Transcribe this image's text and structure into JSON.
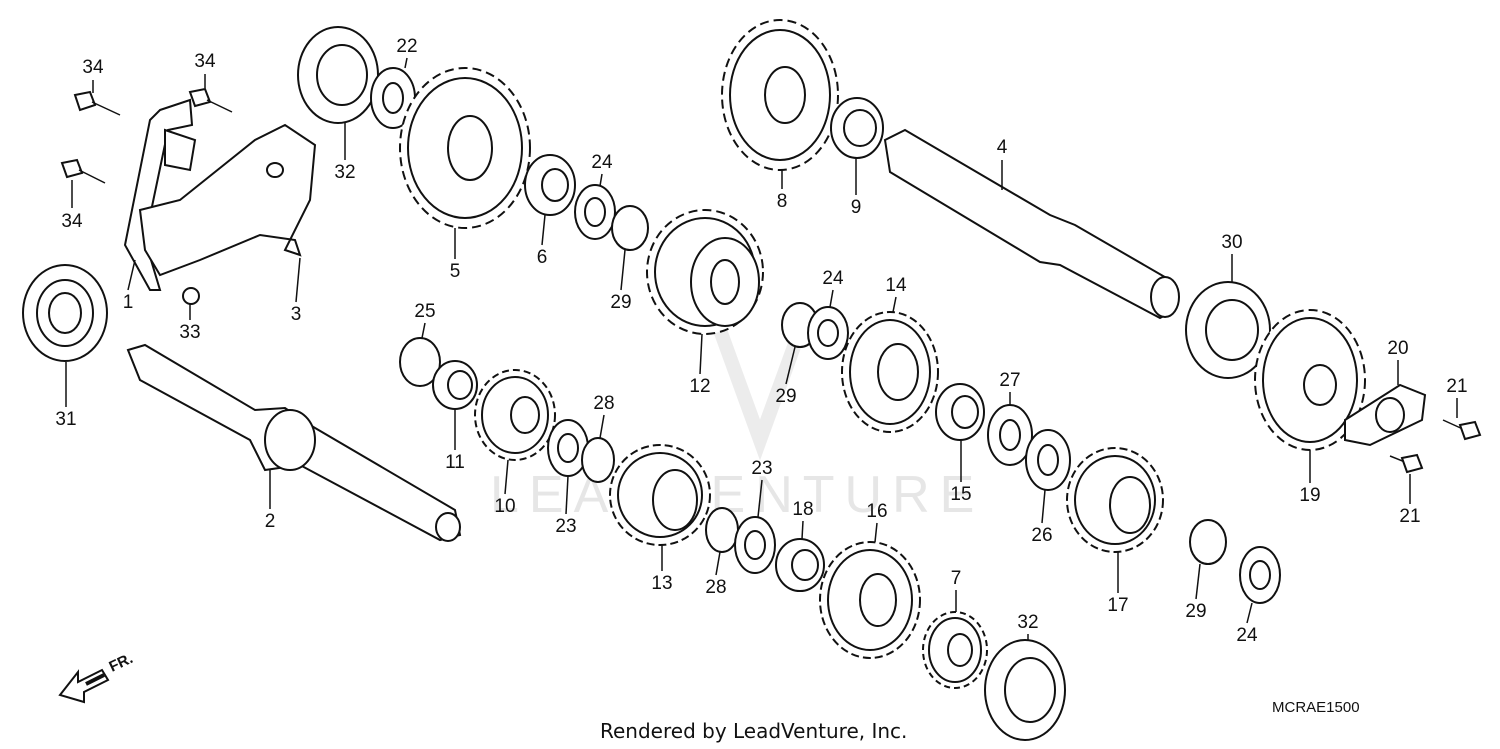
{
  "diagram": {
    "code": "MCRAE1500",
    "credit": "Rendered by LeadVenture, Inc.",
    "watermark": "LEADVENTURE",
    "direction_label": "FR.",
    "callouts": [
      "34",
      "34",
      "34",
      "1",
      "3",
      "33",
      "31",
      "2",
      "32",
      "22",
      "5",
      "6",
      "24",
      "29",
      "8",
      "9",
      "4",
      "30",
      "12",
      "24",
      "29",
      "14",
      "25",
      "11",
      "10",
      "23",
      "28",
      "13",
      "28",
      "23",
      "18",
      "16",
      "15",
      "27",
      "26",
      "17",
      "7",
      "32",
      "29",
      "24",
      "19",
      "20",
      "21",
      "21"
    ]
  }
}
